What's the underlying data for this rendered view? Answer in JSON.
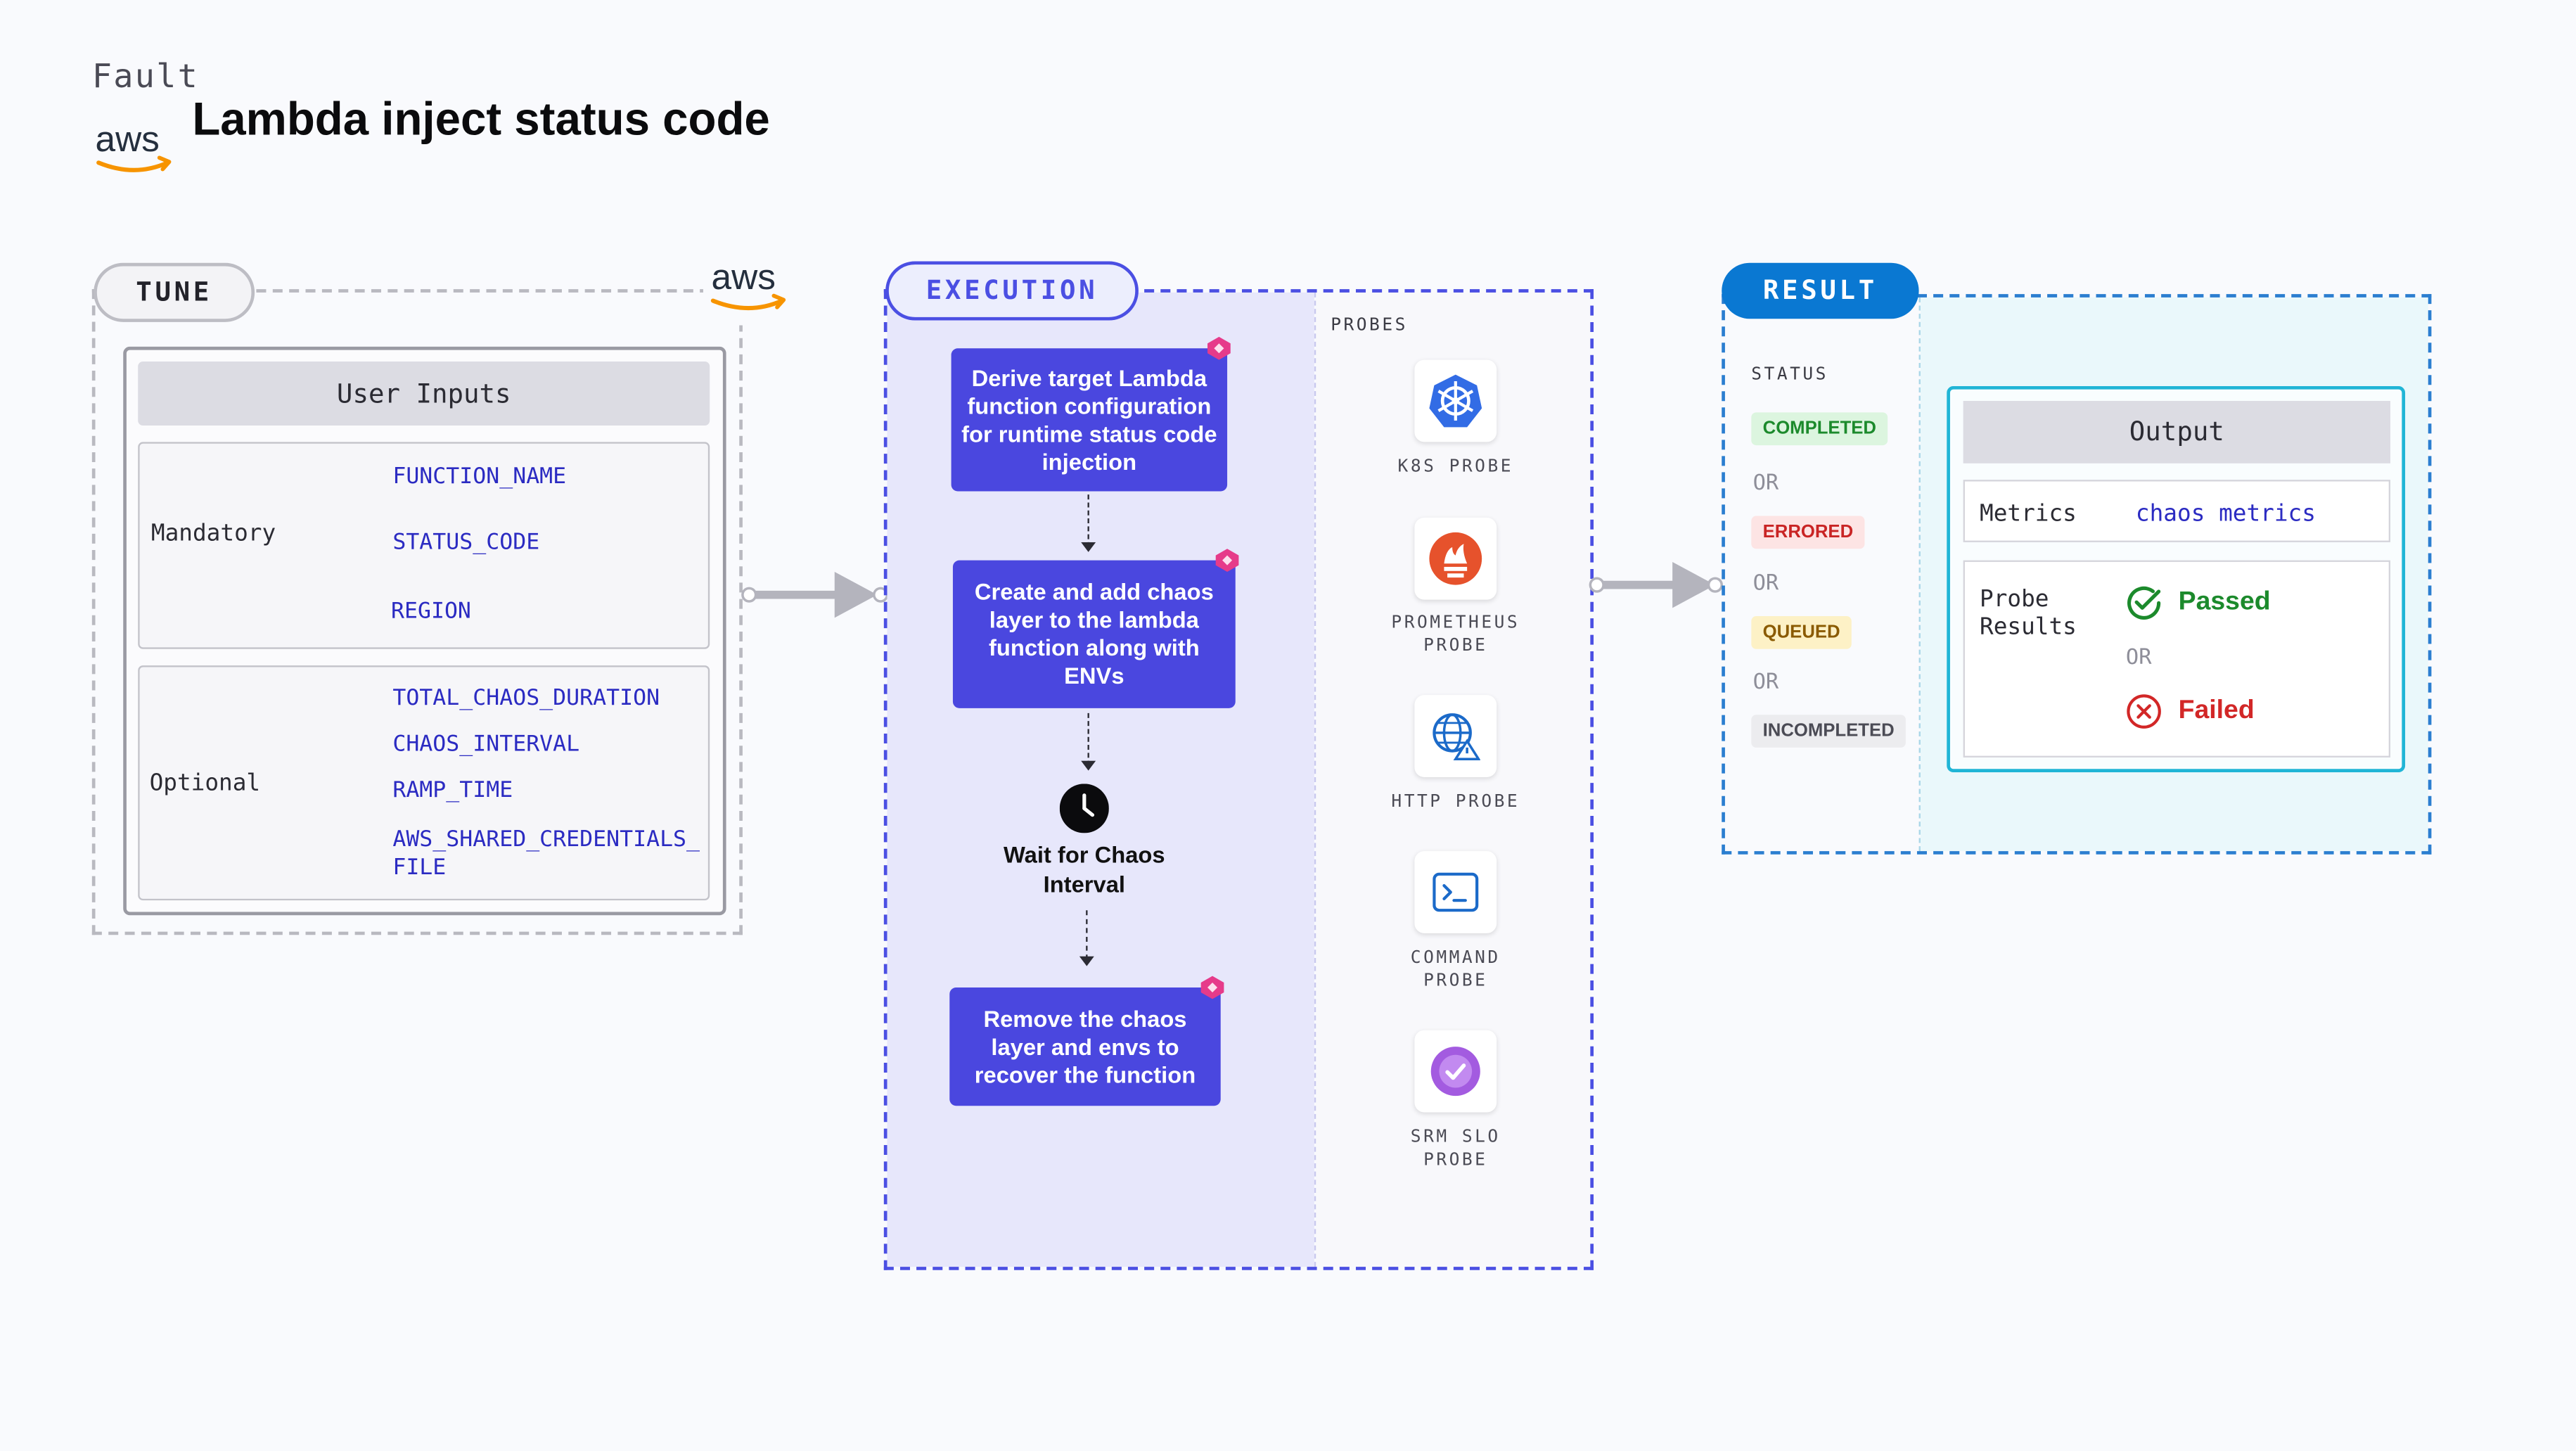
{
  "header": {
    "fault_label": "Fault",
    "title": "Lambda inject status code",
    "logo_text": "aws"
  },
  "tune": {
    "pill": "TUNE",
    "logo_text": "aws",
    "user_inputs_title": "User Inputs",
    "mandatory_label": "Mandatory",
    "mandatory_params": [
      "FUNCTION_NAME",
      "STATUS_CODE",
      "REGION"
    ],
    "optional_label": "Optional",
    "optional_params": [
      "TOTAL_CHAOS_DURATION",
      "CHAOS_INTERVAL",
      "RAMP_TIME",
      "AWS_SHARED_CREDENTIALS_",
      "FILE"
    ]
  },
  "execution": {
    "pill": "EXECUTION",
    "steps": [
      "Derive target Lambda function configuration for runtime status code injection",
      "Create and add chaos layer to the lambda function along with ENVs",
      "Remove the chaos layer and envs to recover the function"
    ],
    "wait_label": "Wait for Chaos Interval",
    "probes_title": "PROBES",
    "probes": [
      {
        "line1": "K8S PROBE",
        "line2": "",
        "icon": "kubernetes-icon"
      },
      {
        "line1": "PROMETHEUS",
        "line2": "PROBE",
        "icon": "prometheus-icon"
      },
      {
        "line1": "HTTP PROBE",
        "line2": "",
        "icon": "http-globe-icon"
      },
      {
        "line1": "COMMAND",
        "line2": "PROBE",
        "icon": "terminal-icon"
      },
      {
        "line1": "SRM SLO",
        "line2": "PROBE",
        "icon": "srm-slo-icon"
      }
    ]
  },
  "result": {
    "pill": "RESULT",
    "status_title": "STATUS",
    "statuses": [
      "COMPLETED",
      "ERRORED",
      "QUEUED",
      "INCOMPLETED"
    ],
    "or_text": "OR",
    "output_title": "Output",
    "metrics_label": "Metrics",
    "metrics_value": "chaos metrics",
    "probe_results_line1": "Probe",
    "probe_results_line2": "Results",
    "passed": "Passed",
    "failed": "Failed"
  },
  "colors": {
    "execution_accent": "#4b4fe3",
    "step_fill": "#4a47df",
    "result_accent": "#0a78d2",
    "output_border": "#20b5d6",
    "passed": "#1c8a2c",
    "failed": "#d22727"
  }
}
